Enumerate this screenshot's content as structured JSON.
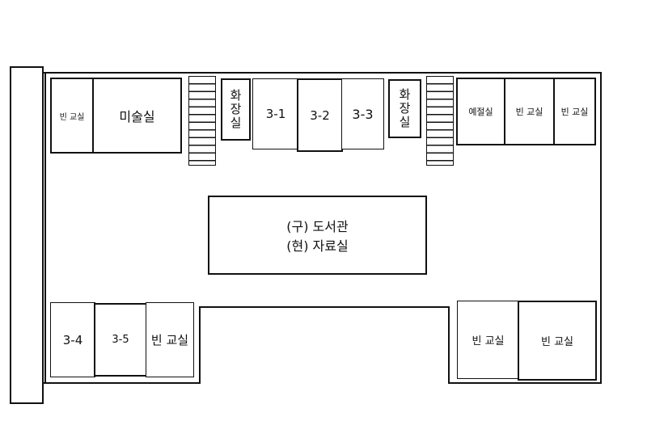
{
  "floorplan": {
    "top_rooms": [
      {
        "label": "빈 교실"
      },
      {
        "label": "미술실"
      },
      {
        "label": "화\n장\n실"
      },
      {
        "label": "3-1"
      },
      {
        "label": "3-2"
      },
      {
        "label": "3-3"
      },
      {
        "label": "화\n장\n실"
      },
      {
        "label": "예절실"
      },
      {
        "label": "빈 교실"
      },
      {
        "label": "빈 교실"
      }
    ],
    "center_room": {
      "line1": "(구) 도서관",
      "line2": "(현) 자료실"
    },
    "bottom_left_rooms": [
      {
        "label": "3-4"
      },
      {
        "label": "3-5"
      },
      {
        "label": "빈 교실"
      }
    ],
    "bottom_right_rooms": [
      {
        "label": "빈 교실"
      },
      {
        "label": "빈 교실"
      }
    ]
  }
}
